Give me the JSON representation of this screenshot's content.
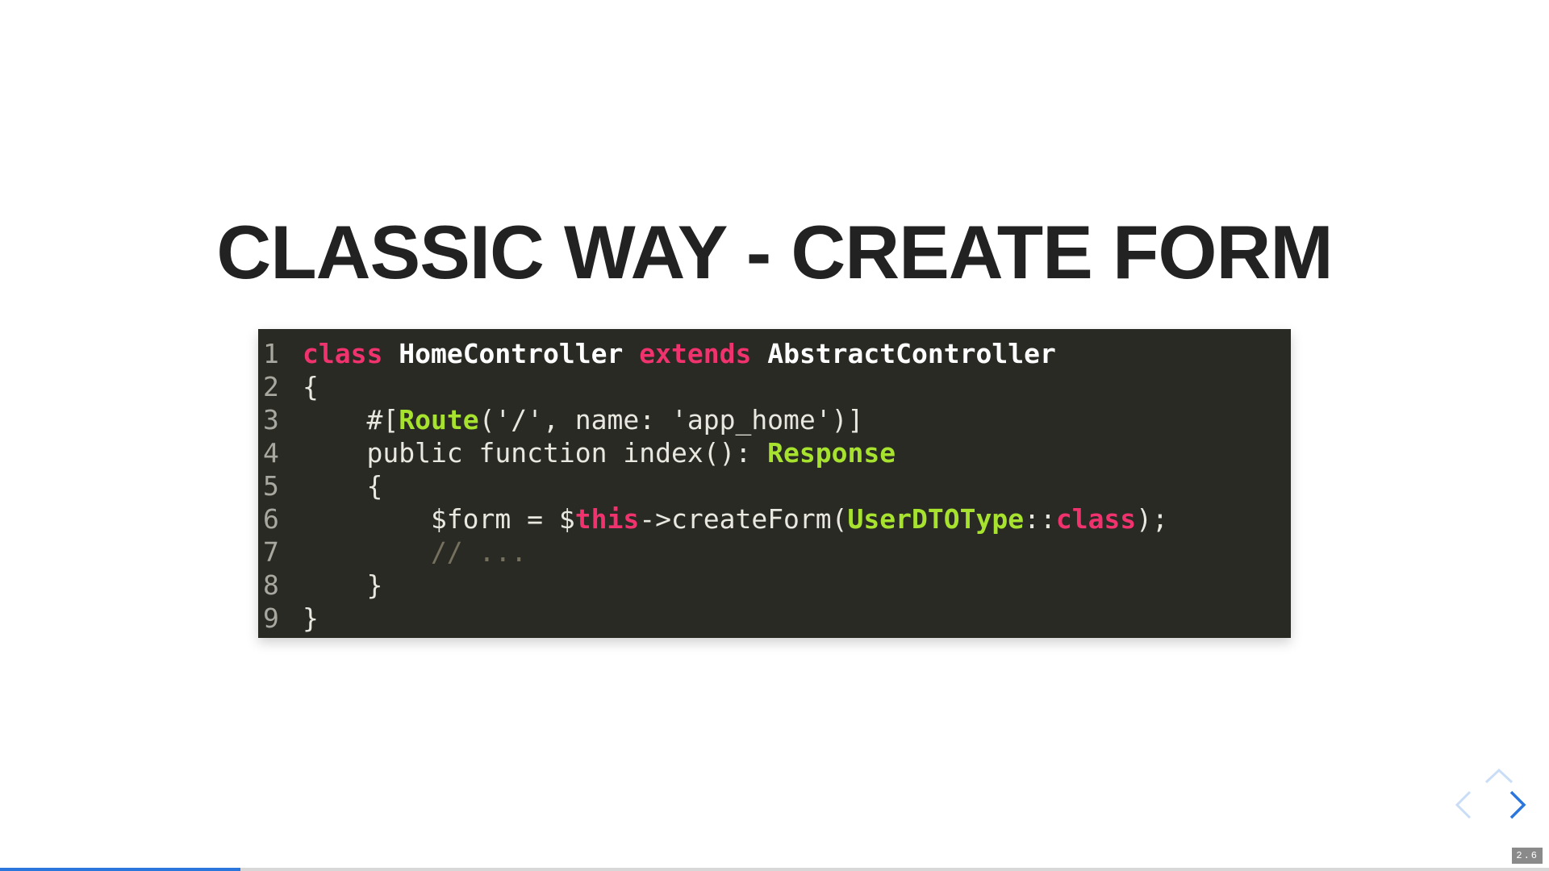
{
  "slide": {
    "title": "CLASSIC WAY - CREATE FORM"
  },
  "code": {
    "language": "php",
    "lines": [
      {
        "number": "1",
        "tokens": [
          {
            "text": "class",
            "style": "kw"
          },
          {
            "text": " ",
            "style": "plain"
          },
          {
            "text": "HomeController",
            "style": "cls"
          },
          {
            "text": " ",
            "style": "plain"
          },
          {
            "text": "extends",
            "style": "kw"
          },
          {
            "text": " ",
            "style": "plain"
          },
          {
            "text": "AbstractController",
            "style": "cls"
          }
        ]
      },
      {
        "number": "2",
        "tokens": [
          {
            "text": "{",
            "style": "plain"
          }
        ]
      },
      {
        "number": "3",
        "tokens": [
          {
            "text": "    #[",
            "style": "plain"
          },
          {
            "text": "Route",
            "style": "typ"
          },
          {
            "text": "('/', name: 'app_home')]",
            "style": "plain"
          }
        ]
      },
      {
        "number": "4",
        "tokens": [
          {
            "text": "    public function index(): ",
            "style": "plain"
          },
          {
            "text": "Response",
            "style": "typ"
          }
        ]
      },
      {
        "number": "5",
        "tokens": [
          {
            "text": "    {",
            "style": "plain"
          }
        ]
      },
      {
        "number": "6",
        "tokens": [
          {
            "text": "        $form = $",
            "style": "plain"
          },
          {
            "text": "this",
            "style": "kw"
          },
          {
            "text": "->createForm(",
            "style": "plain"
          },
          {
            "text": "UserDTOType",
            "style": "typ"
          },
          {
            "text": "::",
            "style": "plain"
          },
          {
            "text": "class",
            "style": "kw"
          },
          {
            "text": ");",
            "style": "plain"
          }
        ]
      },
      {
        "number": "7",
        "tokens": [
          {
            "text": "        // ...",
            "style": "cmt"
          }
        ]
      },
      {
        "number": "8",
        "tokens": [
          {
            "text": "    }",
            "style": "plain"
          }
        ]
      },
      {
        "number": "9",
        "tokens": [
          {
            "text": "}",
            "style": "plain"
          }
        ]
      }
    ]
  },
  "colors": {
    "keyword": "#f0326e",
    "class_name": "#ffffff",
    "type_name": "#a6e22e",
    "comment": "#75715e",
    "code_background": "#2a2a24",
    "control_arrows": "#2a76dd",
    "progress": "#2a76dd"
  },
  "navigation": {
    "controls": [
      {
        "name": "up",
        "icon": "chevron-up-icon",
        "enabled": false
      },
      {
        "name": "prev",
        "icon": "chevron-left-icon",
        "enabled": false
      },
      {
        "name": "next",
        "icon": "chevron-right-icon",
        "enabled": true
      }
    ],
    "progress_fraction": 0.155,
    "slide_number": "2.6"
  }
}
